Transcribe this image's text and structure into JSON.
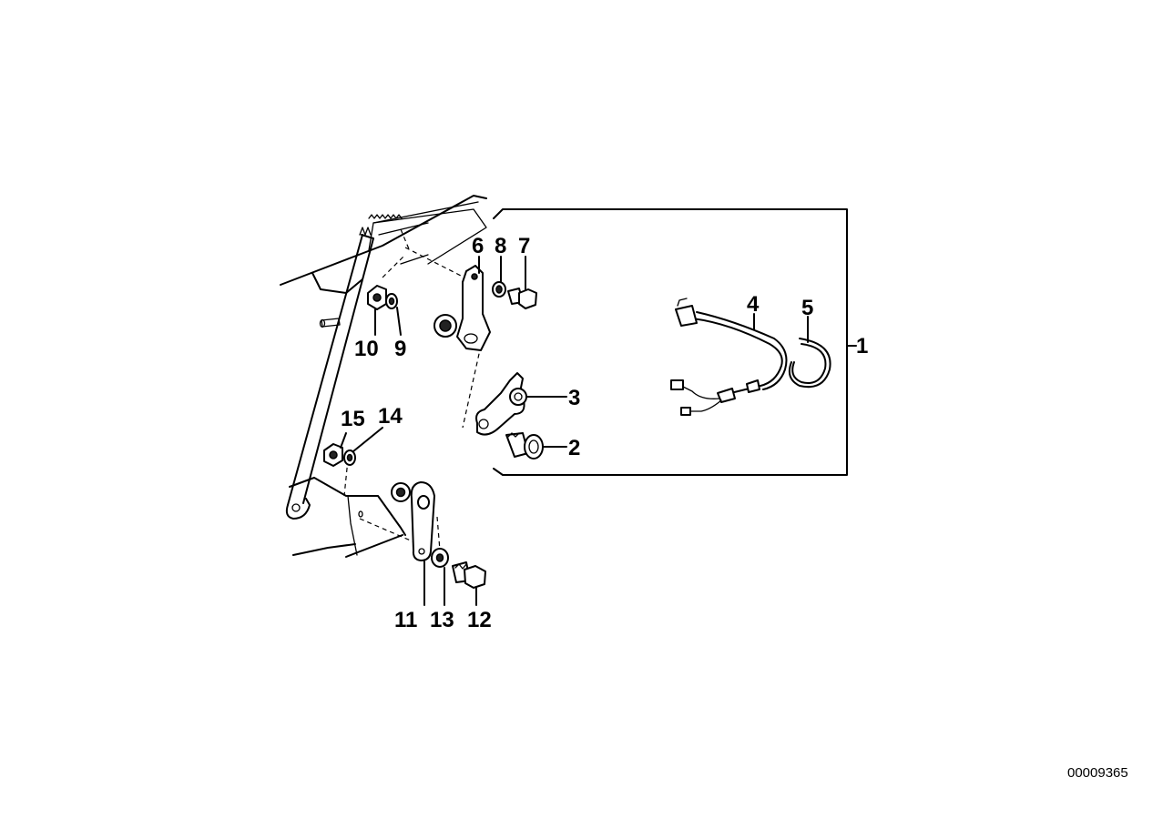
{
  "diagram": {
    "drawing_number": "00009365",
    "callouts": [
      {
        "id": "c1",
        "label": "1"
      },
      {
        "id": "c2",
        "label": "2"
      },
      {
        "id": "c3",
        "label": "3"
      },
      {
        "id": "c4",
        "label": "4"
      },
      {
        "id": "c5",
        "label": "5"
      },
      {
        "id": "c6",
        "label": "6"
      },
      {
        "id": "c7",
        "label": "7"
      },
      {
        "id": "c8",
        "label": "8"
      },
      {
        "id": "c9",
        "label": "9"
      },
      {
        "id": "c10",
        "label": "10"
      },
      {
        "id": "c11",
        "label": "11"
      },
      {
        "id": "c12",
        "label": "12"
      },
      {
        "id": "c13",
        "label": "13"
      },
      {
        "id": "c14",
        "label": "14"
      },
      {
        "id": "c15",
        "label": "15"
      }
    ]
  }
}
